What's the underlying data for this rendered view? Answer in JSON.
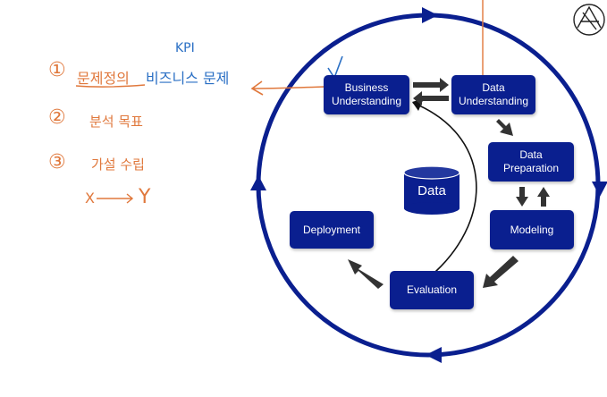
{
  "diagram": {
    "boxes": {
      "business": "Business\nUnderstanding",
      "data_understanding": "Data\nUnderstanding",
      "data_preparation": "Data\nPreparation",
      "modeling": "Modeling",
      "evaluation": "Evaluation",
      "deployment": "Deployment"
    },
    "center_label": "Data",
    "colors": {
      "box": "#0a1f8f",
      "arrow": "#333333",
      "ring": "#0a1f8f"
    }
  },
  "annotations": {
    "item1_num": "①",
    "item1_text": "문제정의",
    "kpi": "KPI",
    "item1_blue": "비즈니스 문제",
    "item2_num": "②",
    "item2_text": "분석 목표",
    "item3_num": "③",
    "item3_text": "가설 수립",
    "x_label": "X",
    "y_label": "Y",
    "colors": {
      "orange": "#e0783c",
      "blue": "#2a6fc4"
    }
  }
}
